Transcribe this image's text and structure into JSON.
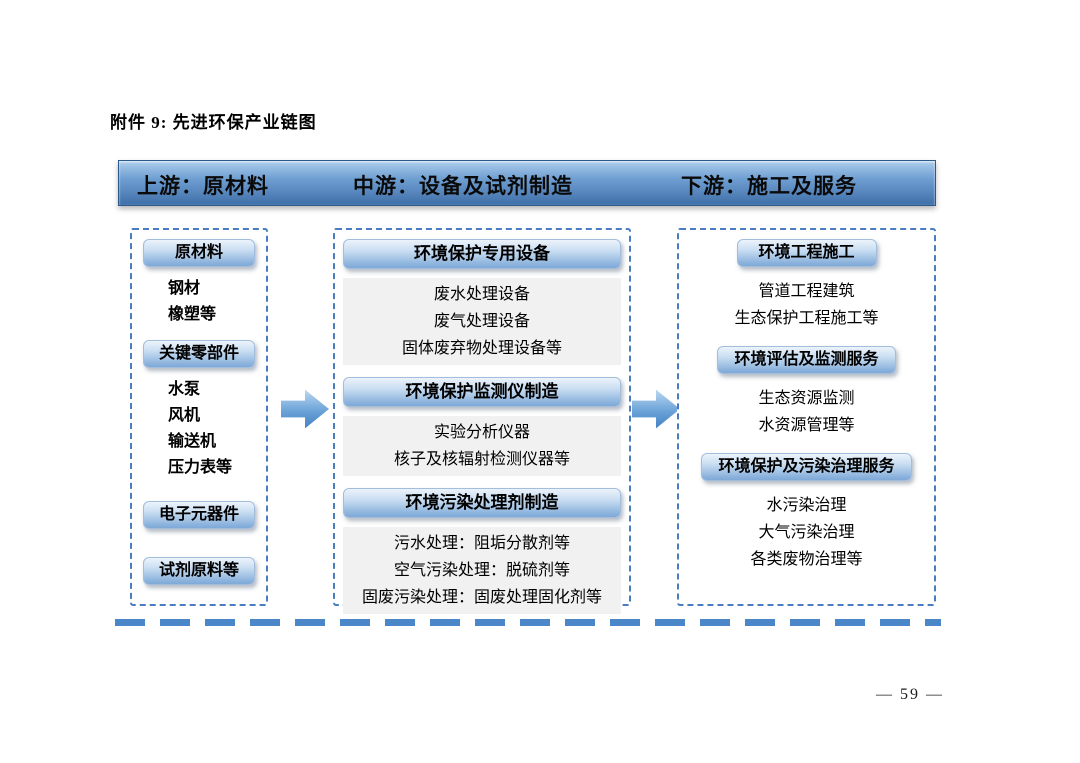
{
  "page": {
    "title": "附件 9: 先进环保产业链图",
    "page_number": "— 59 —"
  },
  "header": {
    "upstream": "上游：原材料",
    "midstream": "中游：设备及试剂制造",
    "downstream": "下游：施工及服务"
  },
  "columns": [
    {
      "name": "上游：原材料",
      "sections": [
        {
          "badge": "原材料",
          "items": [
            "钢材",
            "橡塑等"
          ]
        },
        {
          "badge": "关键零部件",
          "items": [
            "水泵",
            "风机",
            "输送机",
            "压力表等"
          ]
        },
        {
          "badge": "电子元器件",
          "items": []
        },
        {
          "badge": "试剂原料等",
          "items": []
        }
      ]
    },
    {
      "name": "中游：设备及试剂制造",
      "sections": [
        {
          "badge": "环境保护专用设备",
          "items": [
            "废水处理设备",
            "废气处理设备",
            "固体废弃物处理设备等"
          ]
        },
        {
          "badge": "环境保护监测仪制造",
          "items": [
            "实验分析仪器",
            "核子及核辐射检测仪器等"
          ]
        },
        {
          "badge": "环境污染处理剂制造",
          "items": [
            "污水处理：阻垢分散剂等",
            "空气污染处理：脱硫剂等",
            "固废污染处理：固废处理固化剂等"
          ]
        }
      ]
    },
    {
      "name": "下游：施工及服务",
      "sections": [
        {
          "badge": "环境工程施工",
          "items": [
            "管道工程建筑",
            "生态保护工程施工等"
          ]
        },
        {
          "badge": "环境评估及监测服务",
          "items": [
            "生态资源监测",
            "水资源管理等"
          ]
        },
        {
          "badge": "环境保护及污染治理服务",
          "items": [
            "水污染治理",
            "大气污染治理",
            "各类废物治理等"
          ]
        }
      ]
    }
  ],
  "colors": {
    "header_bar": "#4d7fb5",
    "badge_blue": "#7ea8d8",
    "dashed_border": "#4a7cc0",
    "arrow": "#3f7ec0",
    "text": "#000000"
  }
}
